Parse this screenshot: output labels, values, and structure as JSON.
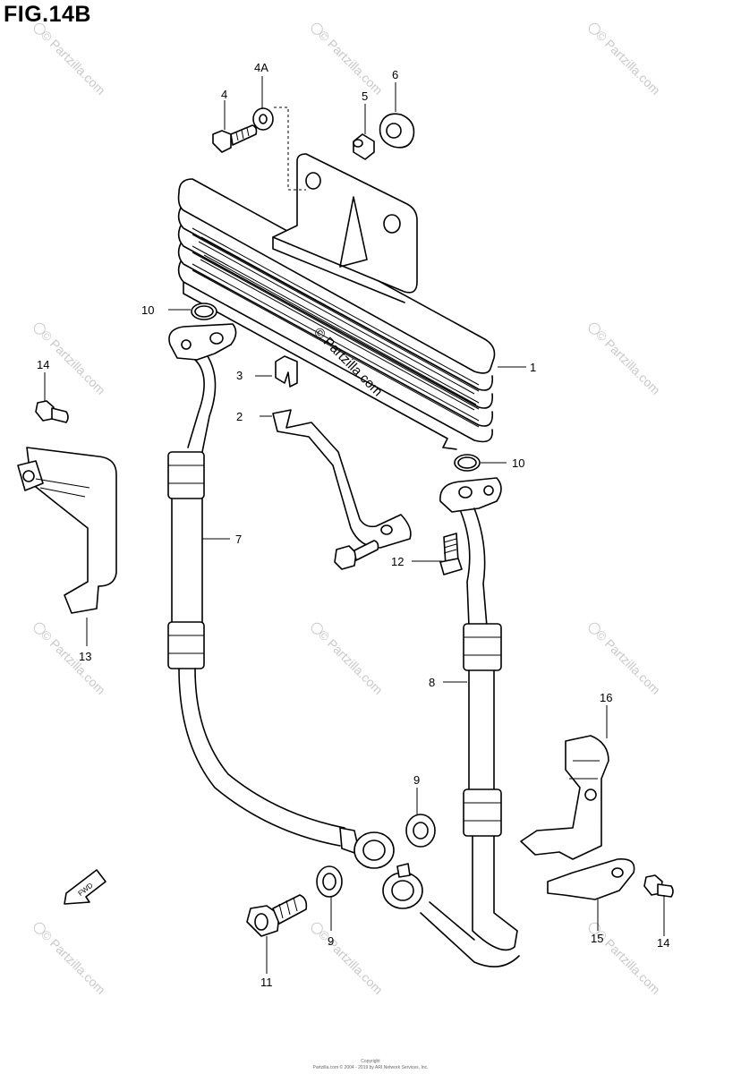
{
  "figure": {
    "title": "FIG.14B",
    "watermark": "© Partzilla.com",
    "center_watermark": "© Partzilla.com",
    "copyright_line1": "Copyright",
    "copyright_line2": "Partzilla.com © 2004 - 2019 by ARI Network Services, Inc."
  },
  "callouts": {
    "p1": "1",
    "p2": "2",
    "p3": "3",
    "p4": "4",
    "p4a": "4A",
    "p5": "5",
    "p6": "6",
    "p7": "7",
    "p8": "8",
    "p9a": "9",
    "p9b": "9",
    "p10a": "10",
    "p10b": "10",
    "p11": "11",
    "p12": "12",
    "p13": "13",
    "p14a": "14",
    "p14b": "14",
    "p15": "15",
    "p16": "16"
  },
  "fwd_label": "FWD",
  "colors": {
    "ink": "#000000",
    "watermark": "#c9c9c9",
    "background": "#ffffff"
  }
}
